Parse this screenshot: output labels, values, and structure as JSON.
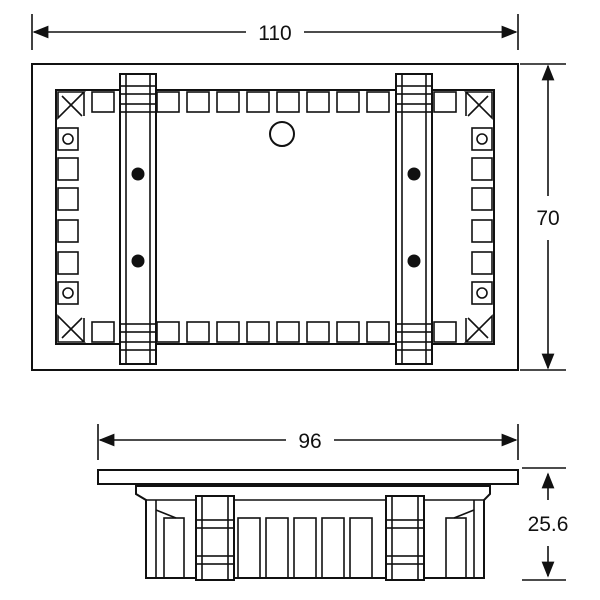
{
  "dimensions": {
    "top_width": "110",
    "top_height": "70",
    "bottom_width": "96",
    "bottom_depth": "25.6"
  },
  "colors": {
    "line": "#111111",
    "background": "#ffffff"
  }
}
